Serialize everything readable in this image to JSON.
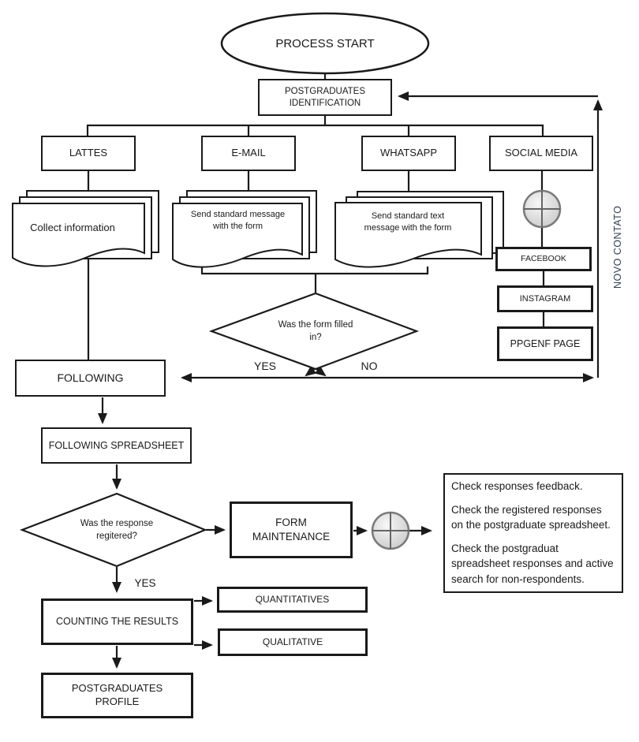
{
  "flowchart": {
    "start": {
      "label": "PROCESS START"
    },
    "identification": {
      "label": "POSTGRADUATES IDENTIFICATION"
    },
    "channels": {
      "lattes": {
        "label": "LATTES",
        "doc": "Collect information"
      },
      "email": {
        "label": "E-MAIL",
        "doc": "Send standard message with the form"
      },
      "whatsapp": {
        "label": "WHATSAPP",
        "doc": "Send standard text message with the form"
      },
      "social_media": {
        "label": "SOCIAL MEDIA",
        "sub_items": [
          "FACEBOOK",
          "INSTAGRAM",
          "PPGENF PAGE"
        ]
      }
    },
    "feedback_label": "NOVO CONTATO",
    "decision_form": {
      "question": "Was the form filled in?",
      "yes_label": "YES",
      "no_label": "NO"
    },
    "following": {
      "label": "FOLLOWING"
    },
    "following_spreadsheet": {
      "label": "FOLLOWING SPREADSHEET"
    },
    "decision_response": {
      "question": "Was the response regitered?",
      "yes_label": "YES"
    },
    "form_maintenance": {
      "label": "FORM MAINTENANCE"
    },
    "notes": [
      "Check responses feedback.",
      "Check the registered responses on the postgraduate spreadsheet.",
      "Check the postgraduat spreadsheet responses and active search for non-respondents."
    ],
    "counting": {
      "label": "COUNTING THE RESULTS"
    },
    "outputs": {
      "quantitative": "QUANTITATIVES",
      "qualitative": "QUALITATIVE"
    },
    "profile": {
      "label": "POSTGRADUATES PROFILE"
    }
  },
  "colors": {
    "line": "#1a1a1a",
    "connector_fill": "#d9d9d9",
    "connector_border": "#7a7a7a",
    "feedback_text_color": "#333f4f"
  }
}
